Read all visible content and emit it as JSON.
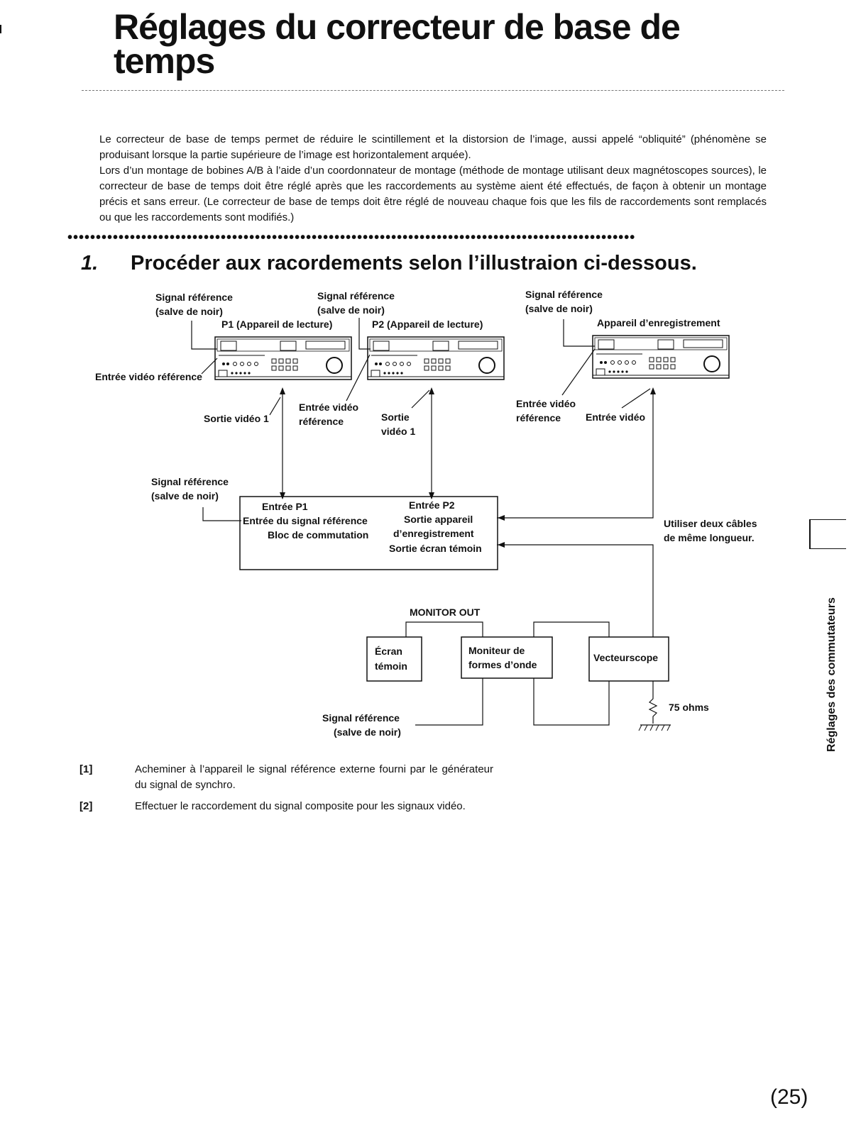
{
  "title": "Réglages du correcteur de base de temps",
  "intro": [
    "Le correcteur de base de temps permet de réduire le scintillement et la distorsion de l’image, aussi appelé “obliquité” (phénomène se produisant lorsque la partie supérieure de l’image est horizontalement arquée).",
    "Lors d’un montage de bobines A/B à l’aide d’un coordonnateur de montage (méthode de montage utilisant deux magnétoscopes sources), le correcteur de base de temps doit être réglé après que les raccordements au système aient été effectués, de façon à obtenir un montage précis et sans erreur. (Le correcteur de base de temps doit être réglé de nouveau chaque fois que les fils de raccordements sont remplacés ou que les raccordements sont modifiés.)"
  ],
  "step": {
    "number": "1.",
    "text": "Procéder aux racordements selon l’illustraion ci-dessous."
  },
  "diagram": {
    "sig_ref_1a": "Signal référence",
    "sig_ref_1b": "(salve de noir)",
    "sig_ref_2a": "Signal référence",
    "sig_ref_2b": "(salve de noir)",
    "sig_ref_3a": "Signal référence",
    "sig_ref_3b": "(salve de noir)",
    "p1": "P1 (Appareil de lecture)",
    "p2": "P2 (Appareil de lecture)",
    "rec": "Appareil d’enregistrement",
    "entree_video_ref": "Entrée vidéo référence",
    "sortie_video_1": "Sortie vidéo 1",
    "entree_video_ref_p2a": "Entrée vidéo",
    "entree_video_ref_p2b": "référence",
    "sortie_p2a": "Sortie",
    "sortie_p2b": "vidéo 1",
    "entree_video_ref_reca": "Entrée vidéo",
    "entree_video_ref_recb": "référence",
    "entree_video": "Entrée vidéo",
    "sig_ref_4a": "Signal référence",
    "sig_ref_4b": "(salve de noir)",
    "entree_p1": "Entrée P1",
    "entree_signal_ref": "Entrée du signal référence",
    "bloc": "Bloc de commutation",
    "entree_p2": "Entrée P2",
    "sortie_appareil": "Sortie appareil",
    "enregistrement": "d’enregistrement",
    "sortie_ecran": "Sortie écran témoin",
    "cables_a": "Utiliser deux câbles",
    "cables_b": "de même longueur.",
    "monitor_out": "MONITOR OUT",
    "ecran_a": "Écran",
    "ecran_b": "témoin",
    "moniteur_a": "Moniteur de",
    "moniteur_b": "formes d’onde",
    "vecteurscope": "Vecteurscope",
    "ohms": "75 ohms",
    "sig_ref_5a": "Signal référence",
    "sig_ref_5b": "(salve de noir)"
  },
  "notes": [
    {
      "n": "[1]",
      "t": "Acheminer à l’appareil le signal référence externe fourni par le générateur du signal de synchro."
    },
    {
      "n": "[2]",
      "t": "Effectuer le raccordement du signal composite pour les signaux vidéo."
    }
  ],
  "side_label": "Réglages des commutateurs",
  "page_number": "(25)"
}
